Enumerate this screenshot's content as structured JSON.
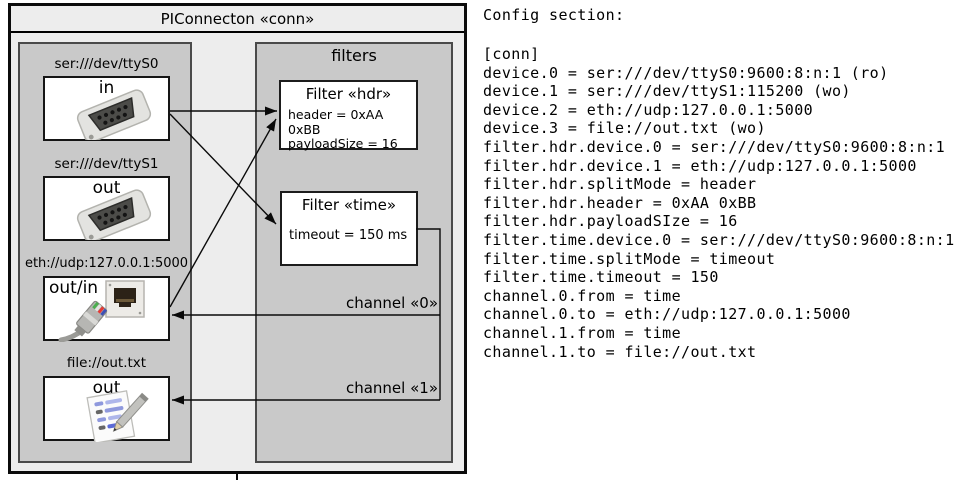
{
  "diagram": {
    "title": "PIConnecton «conn»",
    "devices": [
      {
        "uri": "ser:///dev/ttyS0",
        "port": "in",
        "icon": "serial-db9-icon"
      },
      {
        "uri": "ser:///dev/ttyS1",
        "port": "out",
        "icon": "serial-db9-icon"
      },
      {
        "uri": "eth://udp:127.0.0.1:5000",
        "port": "out/in",
        "icon": "ethernet-jack-and-plug-icon"
      },
      {
        "uri": "file://out.txt",
        "port": "out",
        "icon": "notepad-pencil-icon"
      }
    ],
    "filters_panel": {
      "title": "filters",
      "filters": [
        {
          "title": "Filter «hdr»",
          "properties": [
            "header = 0xAA 0xBB",
            "payloadSize = 16"
          ]
        },
        {
          "title": "Filter «time»",
          "properties": [
            "timeout = 150 ms"
          ]
        }
      ]
    },
    "channels": [
      {
        "label": "channel «0»"
      },
      {
        "label": "channel «1»"
      }
    ],
    "colors": {
      "frame_fill": "#ededed",
      "panel_fill": "#c9c9c9",
      "node_fill": "#ffffff",
      "line_color": "#000000"
    }
  },
  "config": {
    "heading": "Config section:",
    "lines": [
      "[conn]",
      "device.0 = ser:///dev/ttyS0:9600:8:n:1 (ro)",
      "device.1 = ser:///dev/ttyS1:115200 (wo)",
      "device.2 = eth://udp:127.0.0.1:5000",
      "device.3 = file://out.txt (wo)",
      "filter.hdr.device.0 = ser:///dev/ttyS0:9600:8:n:1",
      "filter.hdr.device.1 = eth://udp:127.0.0.1:5000",
      "filter.hdr.splitMode = header",
      "filter.hdr.header = 0xAA 0xBB",
      "filter.hdr.payloadSIze = 16",
      "filter.time.device.0 = ser:///dev/ttyS0:9600:8:n:1",
      "filter.time.splitMode = timeout",
      "filter.time.timeout = 150",
      "channel.0.from = time",
      "channel.0.to = eth://udp:127.0.0.1:5000",
      "channel.1.from = time",
      "channel.1.to = file://out.txt"
    ]
  }
}
